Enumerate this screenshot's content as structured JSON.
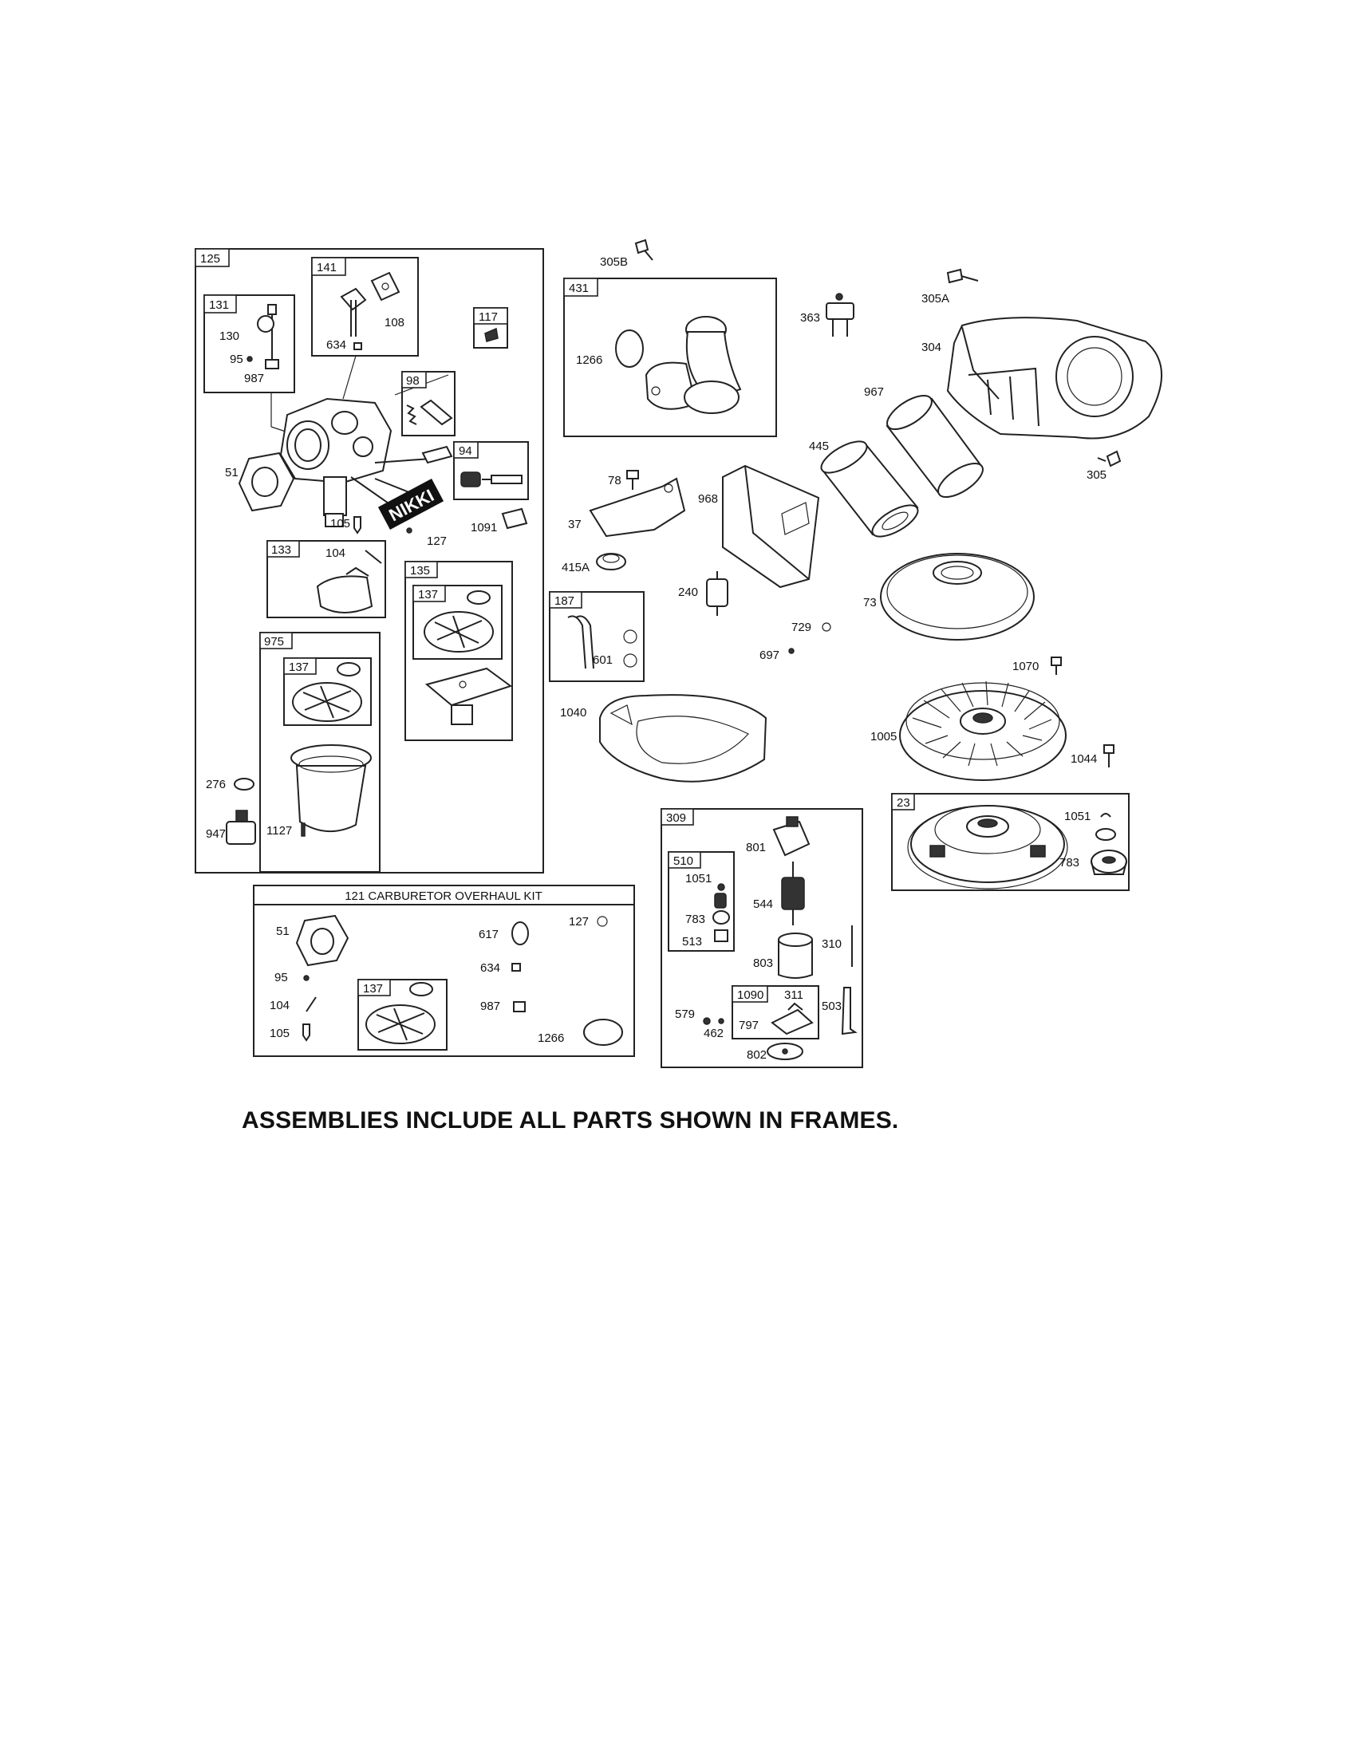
{
  "footnote": "ASSEMBLIES INCLUDE ALL PARTS SHOWN IN FRAMES.",
  "kit_title": "121 CARBURETOR OVERHAUL KIT",
  "nikki_brand": "NIKKI",
  "frame_tags": {
    "f125": "125",
    "f131": "131",
    "f141": "141",
    "f117": "117",
    "f98": "98",
    "f94": "94",
    "f133": "133",
    "f135": "135",
    "f137a": "137",
    "f975": "975",
    "f137b": "137",
    "f431": "431",
    "f187": "187",
    "f309": "309",
    "f510": "510",
    "f1090": "1090",
    "f23": "23",
    "f137c": "137"
  },
  "callouts": {
    "c130": "130",
    "c95": "95",
    "c987": "987",
    "c108": "108",
    "c634": "634",
    "c51": "51",
    "c105": "105",
    "c127": "127",
    "c1091": "1091",
    "c104": "104",
    "c276": "276",
    "c947": "947",
    "c1127": "1127",
    "c305b": "305B",
    "c1266": "1266",
    "c363": "363",
    "c305a": "305A",
    "c304": "304",
    "c967": "967",
    "c445": "445",
    "c305": "305",
    "c78": "78",
    "c37": "37",
    "c968": "968",
    "c415a": "415A",
    "c240": "240",
    "c73": "73",
    "c729": "729",
    "c697": "697",
    "c1070": "1070",
    "c601": "601",
    "c1040": "1040",
    "c1005": "1005",
    "c1044": "1044",
    "c801": "801",
    "c1051": "1051",
    "c544": "544",
    "c783": "783",
    "c513": "513",
    "c803": "803",
    "c310": "310",
    "c311": "311",
    "c797": "797",
    "c579": "579",
    "c462": "462",
    "c503": "503",
    "c802": "802",
    "c1051b": "1051",
    "c783b": "783",
    "k51": "51",
    "k95": "95",
    "k104": "104",
    "k105": "105",
    "k617": "617",
    "k127": "127",
    "k634": "634",
    "k987": "987",
    "k1266": "1266"
  }
}
